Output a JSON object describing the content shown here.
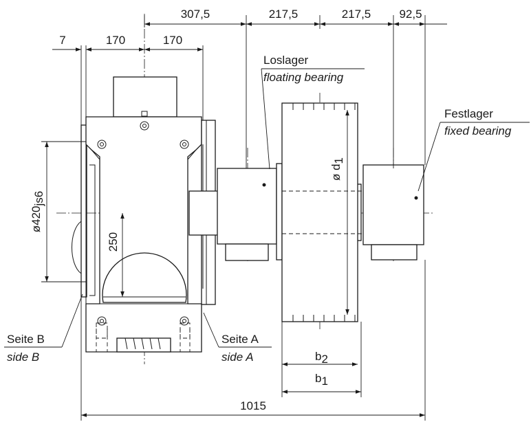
{
  "dimensions": {
    "top_row": [
      "307,5",
      "217,5",
      "217,5",
      "92,5"
    ],
    "second_row": [
      "7",
      "170",
      "170"
    ],
    "diameter_flange": "ø420",
    "diameter_flange_tolerance": "js6",
    "height_250": "250",
    "diameter_roll": "ø d",
    "diameter_roll_sub": "1",
    "overall_length": "1015",
    "b2": "b",
    "b2_sub": "2",
    "b1": "b",
    "b1_sub": "1"
  },
  "labels": {
    "loslager_de": "Loslager",
    "loslager_en": "floating bearing",
    "festlager_de": "Festlager",
    "festlager_en": "fixed bearing",
    "seite_b_de": "Seite B",
    "seite_b_en": "side B",
    "seite_a_de": "Seite A",
    "seite_a_en": "side A"
  }
}
